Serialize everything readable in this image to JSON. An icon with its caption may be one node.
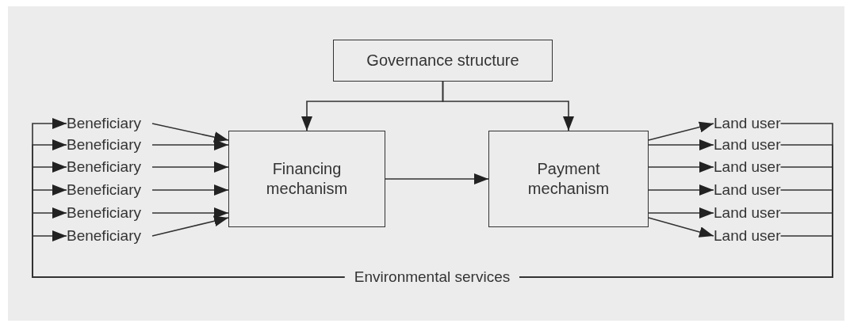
{
  "diagram": {
    "nodes": [
      {
        "text": [
          "Governance structure"
        ]
      },
      {
        "text": [
          "Financing mechanism"
        ]
      },
      {
        "text": [
          "Payment mechanism"
        ]
      },
      {
        "text": [
          "Beneficiary"
        ]
      },
      {
        "text": [
          "Beneficiary"
        ]
      },
      {
        "text": [
          "Beneficiary"
        ]
      },
      {
        "text": [
          "Beneficiary"
        ]
      },
      {
        "text": [
          "Beneficiary"
        ]
      },
      {
        "text": [
          "Beneficiary"
        ]
      },
      {
        "text": [
          "Land user"
        ]
      },
      {
        "text": [
          "Land user"
        ]
      },
      {
        "text": [
          "Land user"
        ]
      },
      {
        "text": [
          "Land user"
        ]
      },
      {
        "text": [
          "Land user"
        ]
      },
      {
        "text": [
          "Land user"
        ]
      },
      {
        "text": [
          "Environmental services"
        ]
      }
    ],
    "edges": [
      {
        "from": 0,
        "to": 1,
        "arrow": "to"
      },
      {
        "from": 0,
        "to": 2,
        "arrow": "to"
      },
      {
        "from": 1,
        "to": 2,
        "arrow": "to"
      },
      {
        "from": 3,
        "to": 1,
        "arrow": "to"
      },
      {
        "from": 4,
        "to": 1,
        "arrow": "to"
      },
      {
        "from": 5,
        "to": 1,
        "arrow": "to"
      },
      {
        "from": 6,
        "to": 1,
        "arrow": "to"
      },
      {
        "from": 7,
        "to": 1,
        "arrow": "to"
      },
      {
        "from": 8,
        "to": 1,
        "arrow": "to"
      },
      {
        "from": 2,
        "to": 9,
        "arrow": "to"
      },
      {
        "from": 2,
        "to": 10,
        "arrow": "to"
      },
      {
        "from": 2,
        "to": 11,
        "arrow": "to"
      },
      {
        "from": 2,
        "to": 12,
        "arrow": "to"
      },
      {
        "from": 2,
        "to": 13,
        "arrow": "to"
      },
      {
        "from": 2,
        "to": 14,
        "arrow": "to"
      },
      {
        "from": 9,
        "to": 15,
        "arrow": "none"
      },
      {
        "from": 10,
        "to": 15,
        "arrow": "none"
      },
      {
        "from": 11,
        "to": 15,
        "arrow": "none"
      },
      {
        "from": 12,
        "to": 15,
        "arrow": "none"
      },
      {
        "from": 13,
        "to": 15,
        "arrow": "none"
      },
      {
        "from": 14,
        "to": 15,
        "arrow": "none"
      },
      {
        "from": 15,
        "to": 3,
        "arrow": "to"
      },
      {
        "from": 15,
        "to": 4,
        "arrow": "to"
      },
      {
        "from": 15,
        "to": 5,
        "arrow": "to"
      },
      {
        "from": 15,
        "to": 6,
        "arrow": "to"
      },
      {
        "from": 15,
        "to": 7,
        "arrow": "to"
      },
      {
        "from": 15,
        "to": 8,
        "arrow": "to"
      }
    ]
  }
}
